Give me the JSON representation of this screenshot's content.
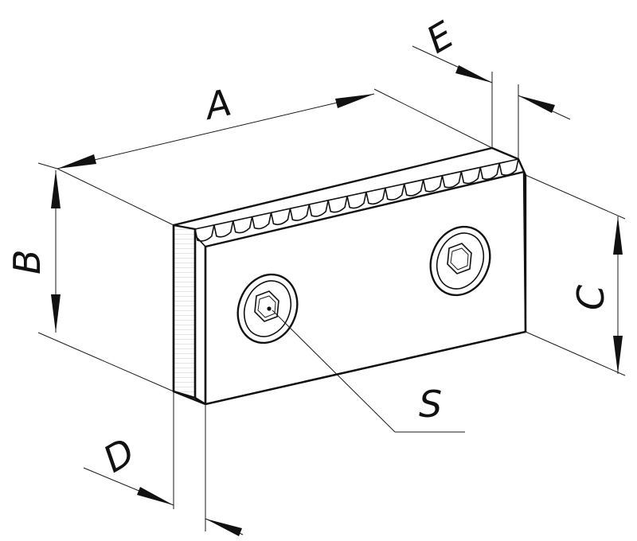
{
  "labels": {
    "length": "A",
    "height": "B",
    "face_height": "C",
    "depth": "D",
    "step": "E",
    "screw": "S"
  },
  "colors": {
    "ink": "#111111",
    "paper": "#ffffff"
  },
  "icons": {
    "screw_head": "hex-socket-screw-icon"
  }
}
